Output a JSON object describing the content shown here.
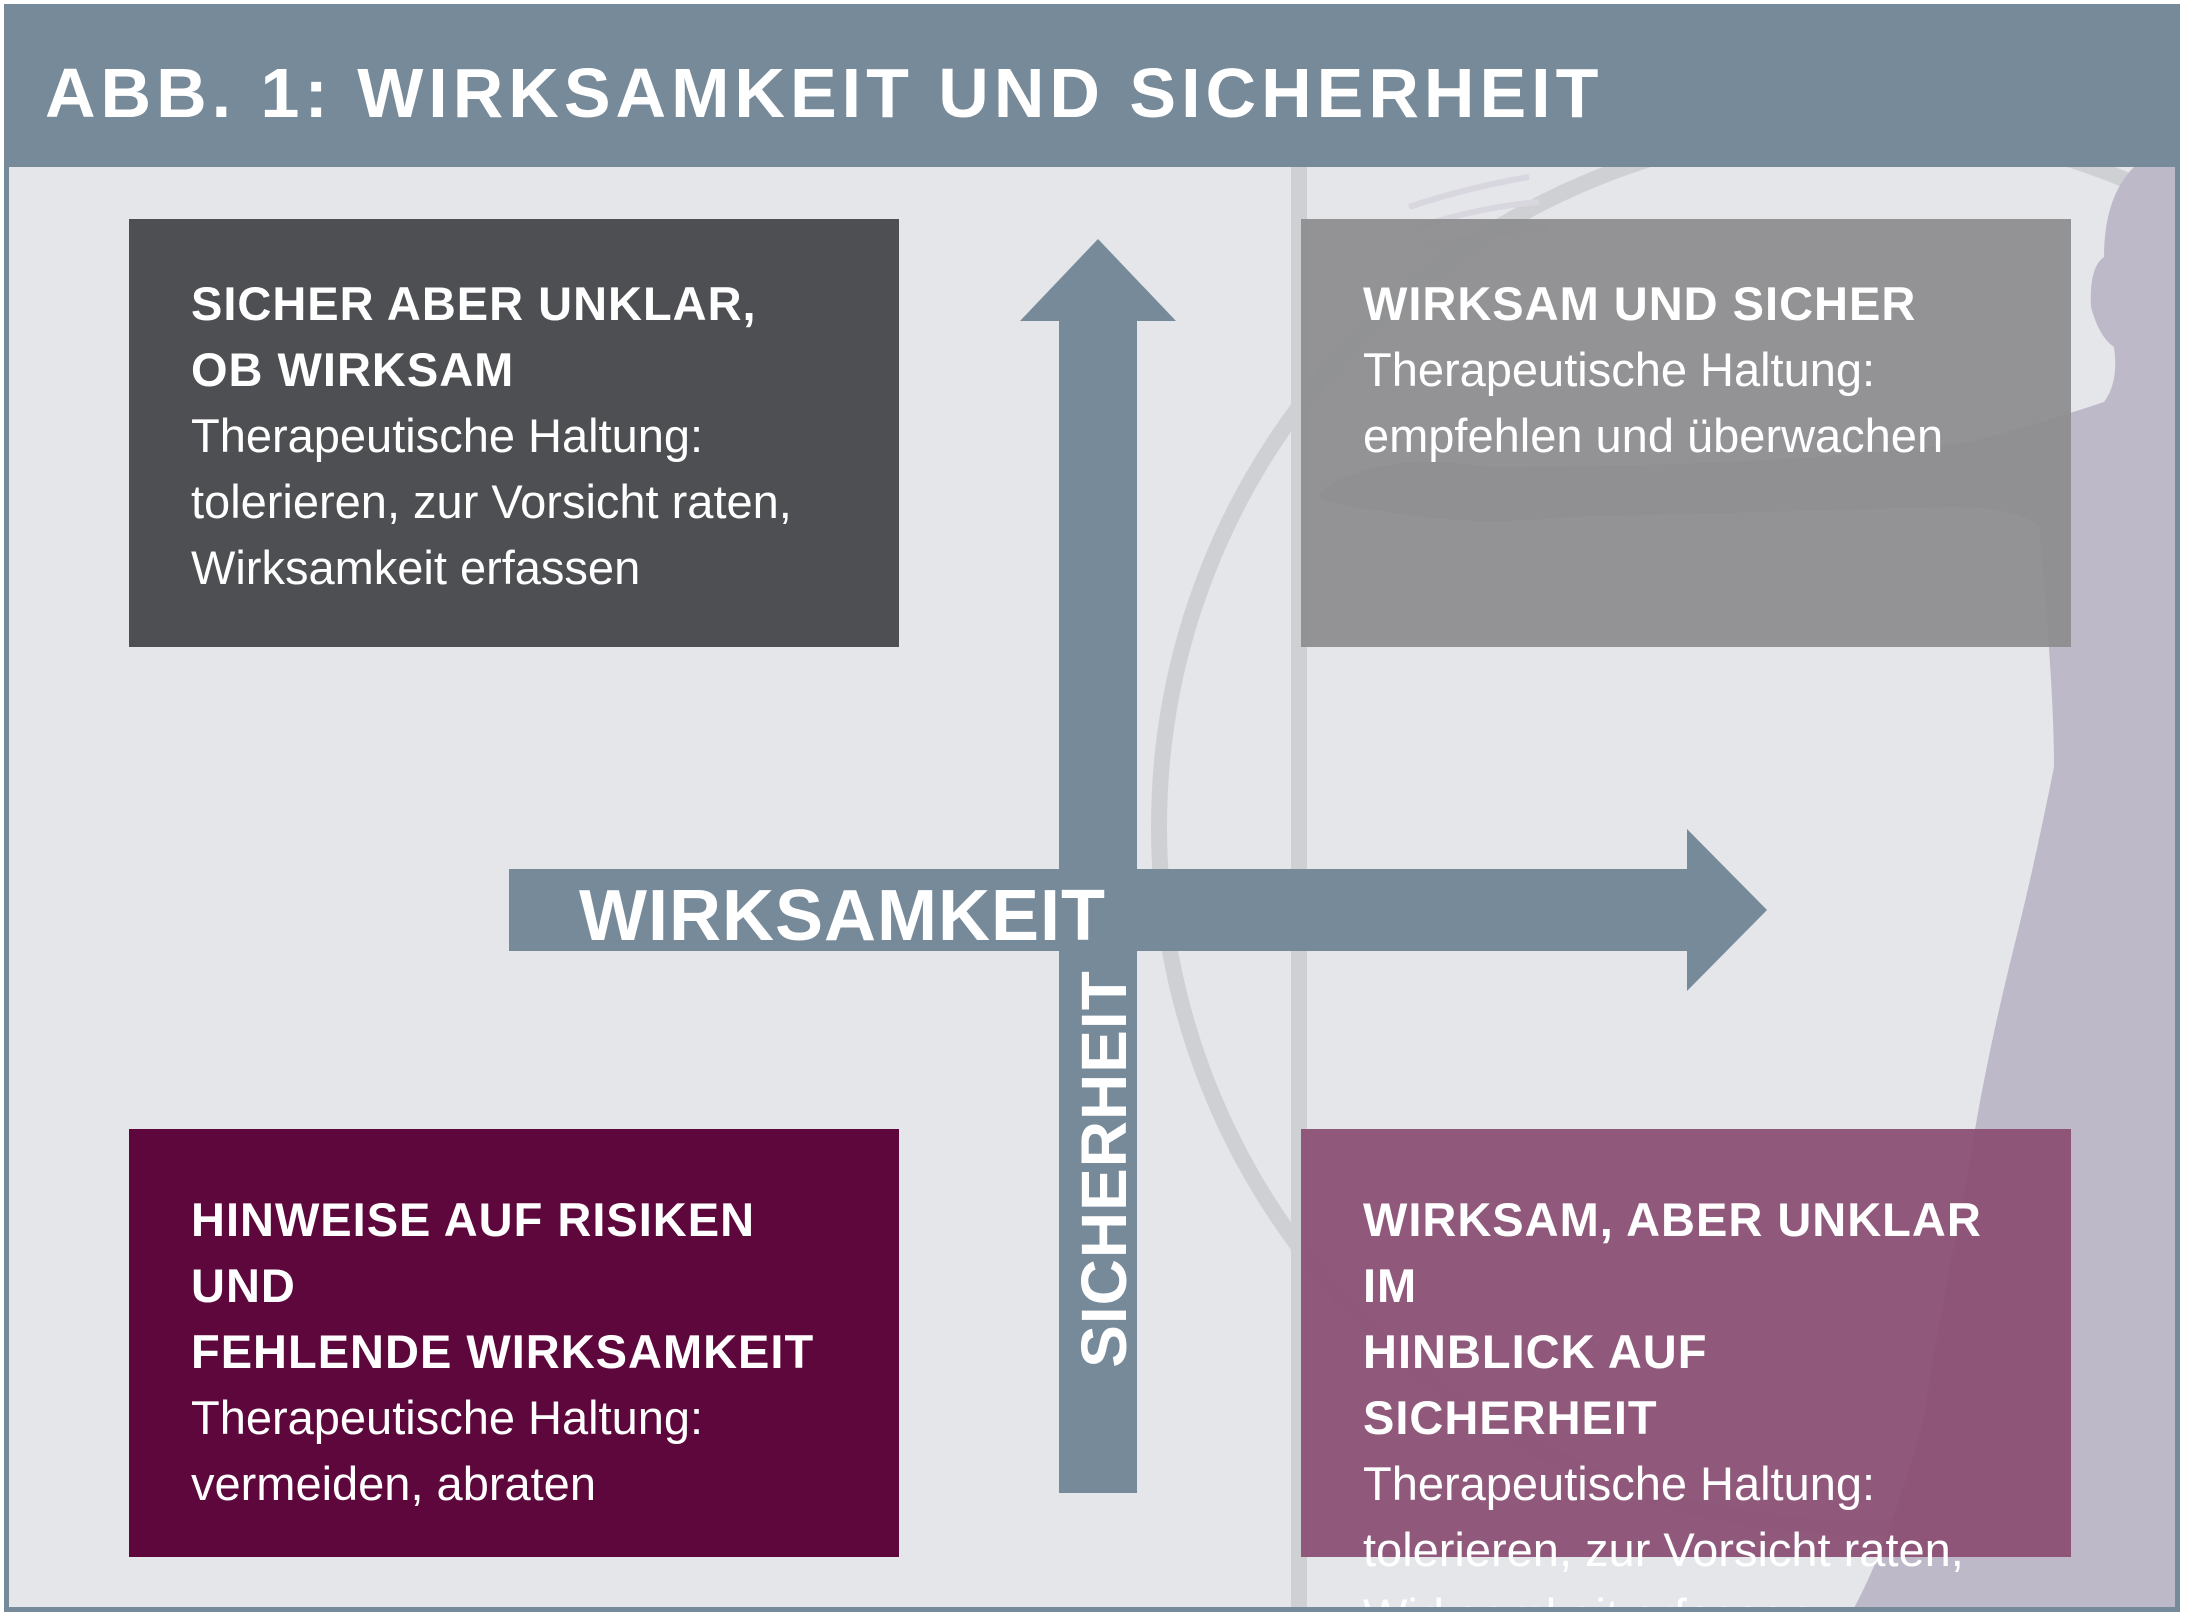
{
  "header": {
    "title": "ABB. 1: WIRKSAMKEIT UND SICHERHEIT"
  },
  "axes": {
    "x_label": "WIRKSAMKEIT",
    "y_label": "SICHERHEIT"
  },
  "quadrants": {
    "top_left": {
      "title_line1": "SICHER ABER UNKLAR,",
      "title_line2": "OB WIRKSAM",
      "text_line1": "Therapeutische Haltung:",
      "text_line2": "tolerieren, zur Vorsicht raten,",
      "text_line3": "Wirksamkeit erfassen"
    },
    "top_right": {
      "title_line1": "WIRKSAM UND SICHER",
      "text_line1": "Therapeutische Haltung:",
      "text_line2": "empfehlen und überwachen"
    },
    "bottom_left": {
      "title_line1": "HINWEISE AUF RISIKEN UND",
      "title_line2": "FEHLENDE WIRKSAMKEIT",
      "text_line1": "Therapeutische Haltung:",
      "text_line2": "vermeiden, abraten"
    },
    "bottom_right": {
      "title_line1": "WIRKSAM, ABER UNKLAR IM",
      "title_line2": "HINBLICK AUF SICHERHEIT",
      "text_line1": "Therapeutische Haltung:",
      "text_line2": "tolerieren, zur Vorsicht raten,",
      "text_line3": "Wirksamkeit erfassen"
    }
  },
  "colors": {
    "header": "#778a9a",
    "background": "#e4e6ea",
    "top_left": "#4e4f52",
    "top_right": "#8c8c8e",
    "bottom_left": "#5e073c",
    "bottom_right": "#8a4e73",
    "arrow": "#778a9a"
  }
}
